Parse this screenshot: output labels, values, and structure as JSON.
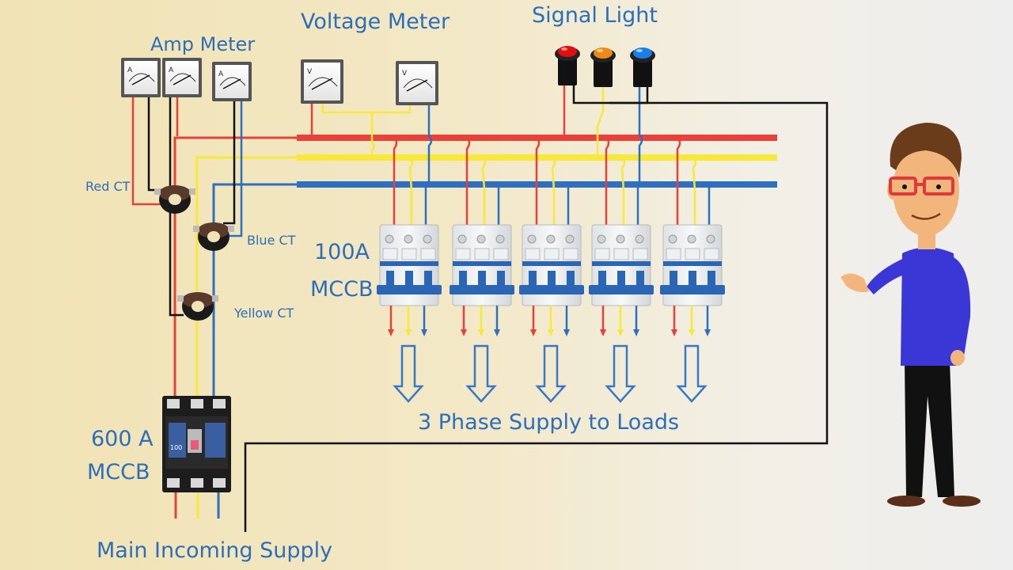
{
  "labels": {
    "amp_meter": "Amp Meter",
    "voltage_meter": "Voltage Meter",
    "signal_light": "Signal Light",
    "red_ct": "Red CT",
    "blue_ct": "Blue CT",
    "yellow_ct": "Yellow CT",
    "mccb_100_rating": "100A",
    "mccb_100_type": "MCCB",
    "mccb_600_rating": "600 A",
    "mccb_600_type": "MCCB",
    "loads_caption": "3 Phase Supply to Loads",
    "incoming_caption": "Main Incoming Supply"
  },
  "meters": {
    "amp_unit": "A",
    "volt_unit": "V"
  },
  "breaker_600": {
    "rating_plate": "100"
  },
  "colors": {
    "red_phase": "#e8413a",
    "yellow_phase": "#f7e83a",
    "blue_phase": "#2d6fc0",
    "neutral": "#111111",
    "label_text": "#2c6fb8",
    "lamp_red": "#e01010",
    "lamp_orange": "#ef8a18",
    "lamp_blue": "#1a7ee8"
  }
}
